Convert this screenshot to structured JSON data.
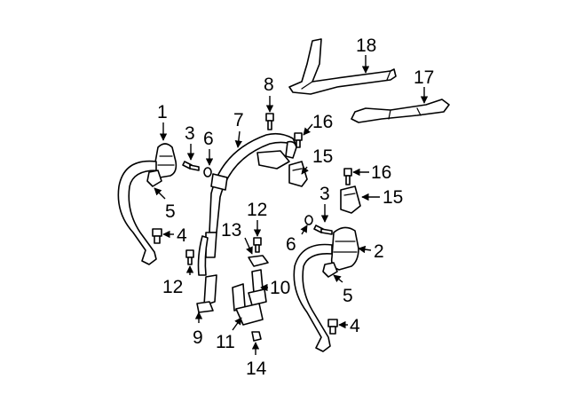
{
  "callouts": [
    {
      "id": "1",
      "text": "1"
    },
    {
      "id": "2",
      "text": "2"
    },
    {
      "id": "3a",
      "text": "3"
    },
    {
      "id": "3b",
      "text": "3"
    },
    {
      "id": "4a",
      "text": "4"
    },
    {
      "id": "4b",
      "text": "4"
    },
    {
      "id": "5a",
      "text": "5"
    },
    {
      "id": "5b",
      "text": "5"
    },
    {
      "id": "6a",
      "text": "6"
    },
    {
      "id": "6b",
      "text": "6"
    },
    {
      "id": "7",
      "text": "7"
    },
    {
      "id": "8",
      "text": "8"
    },
    {
      "id": "9",
      "text": "9"
    },
    {
      "id": "10",
      "text": "10"
    },
    {
      "id": "11",
      "text": "11"
    },
    {
      "id": "12a",
      "text": "12"
    },
    {
      "id": "12b",
      "text": "12"
    },
    {
      "id": "13",
      "text": "13"
    },
    {
      "id": "14",
      "text": "14"
    },
    {
      "id": "15a",
      "text": "15"
    },
    {
      "id": "15b",
      "text": "15"
    },
    {
      "id": "16a",
      "text": "16"
    },
    {
      "id": "16b",
      "text": "16"
    },
    {
      "id": "17",
      "text": "17"
    },
    {
      "id": "18",
      "text": "18"
    }
  ],
  "colors": {
    "line": "#000000",
    "background": "#ffffff"
  }
}
